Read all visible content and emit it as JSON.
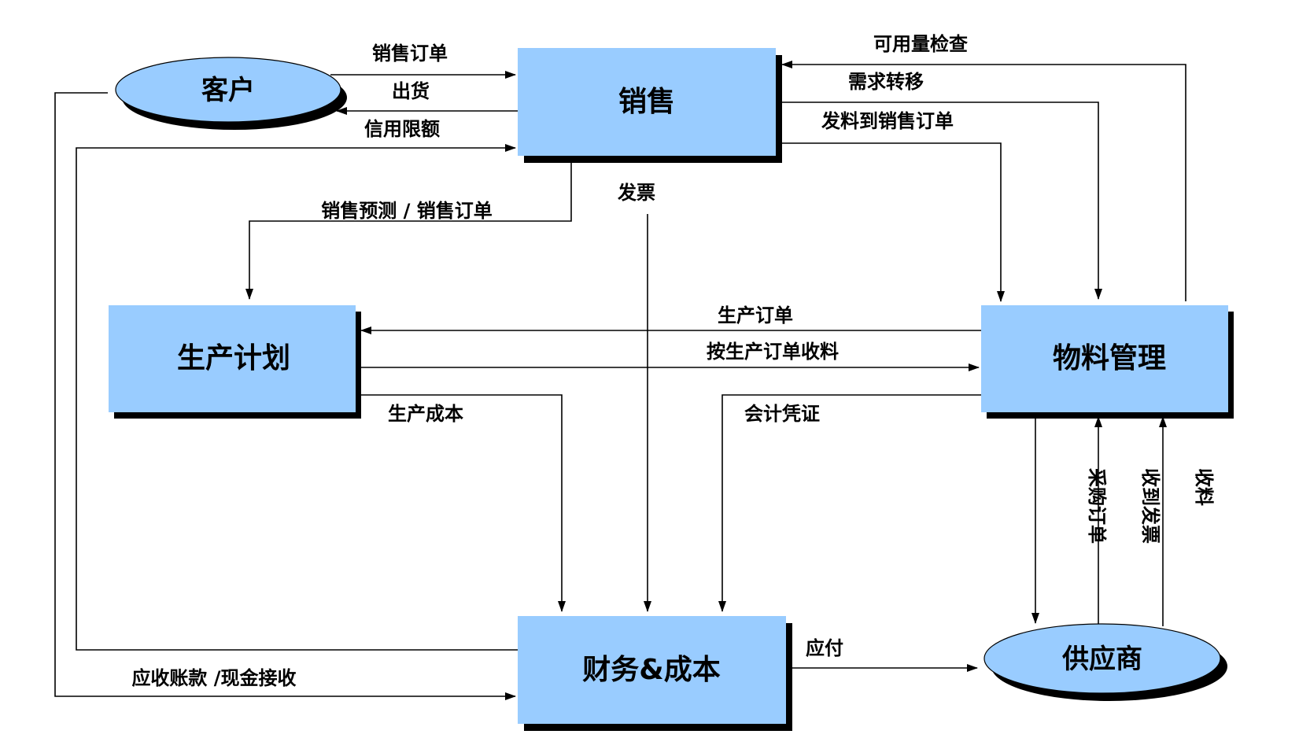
{
  "colors": {
    "node_fill": "#99ccff",
    "shadow": "#000000",
    "line": "#000000"
  },
  "nodes": {
    "customer": "客户",
    "sales": "销售",
    "production_planning": "生产计划",
    "materials_management": "物料管理",
    "finance_cost": "财务&成本",
    "supplier": "供应商"
  },
  "edges": {
    "sales_order": "销售订单",
    "shipment": "出货",
    "credit_limit": "信用限额",
    "availability_check": "可用量检查",
    "requirement_transfer": "需求转移",
    "issue_to_sales_order": "发料到销售订单",
    "invoice": "发票",
    "forecast_order": "销售预测 / 销售订单",
    "production_order": "生产订单",
    "receive_by_production_order": "按生产订单收料",
    "production_cost": "生产成本",
    "accounting_voucher": "会计凭证",
    "purchase_order": "采购订单",
    "invoice_received": "收到发票",
    "goods_received": "收料",
    "payable": "应付",
    "receivable_cash": "应收账款 /现金接收"
  }
}
